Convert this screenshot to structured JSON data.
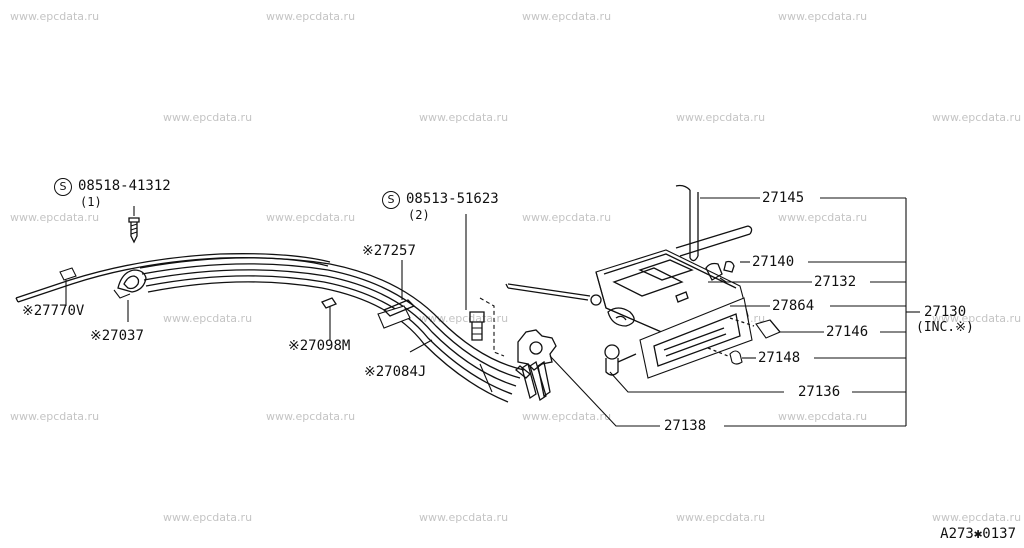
{
  "watermark": "www.epcdata.ru",
  "callouts": {
    "screw_1": {
      "part": "08518-41312",
      "qty": "(1)",
      "mark": "S"
    },
    "screw_2": {
      "part": "08513-51623",
      "qty": "(2)",
      "mark": "S"
    },
    "cable_27257": "※27257",
    "cable_27770v": "※27770V",
    "clip_27037": "※27037",
    "cable_27098m": "※27098M",
    "cable_27084j": "※27084J",
    "p27145": "27145",
    "p27140": "27140",
    "p27132": "27132",
    "p27864": "27864",
    "p27130": "27130",
    "p27130_note": "(INC.※)",
    "p27146": "27146",
    "p27148": "27148",
    "p27136": "27136",
    "p27138": "27138"
  },
  "diagram_ref": "A273✱0137"
}
